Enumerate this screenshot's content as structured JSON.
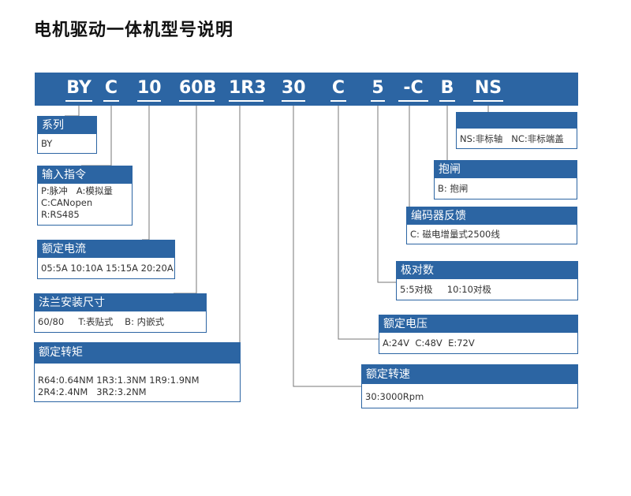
{
  "title": "电机驱动一体机型号说明",
  "model_codes": [
    "BY",
    "C",
    "10",
    "60B",
    "1R3",
    "30",
    "C",
    "5",
    "-C",
    "B",
    "NS"
  ],
  "boxes": {
    "series": {
      "header": "系列",
      "lines": [
        "BY"
      ]
    },
    "input": {
      "header": "输入指令",
      "lines": [
        "P:脉冲   A:模拟量",
        "C:CANopen",
        "R:RS485"
      ]
    },
    "current": {
      "header": "额定电流",
      "lines": [
        "05:5A 10:10A 15:15A 20:20A"
      ]
    },
    "flange": {
      "header": "法兰安装尺寸",
      "lines": [
        "60/80     T:表贴式    B: 内嵌式"
      ]
    },
    "torque": {
      "header": "额定转矩",
      "lines": [
        "R64:0.64NM 1R3:1.3NM 1R9:1.9NM",
        "2R4:2.4NM   3R2:3.2NM"
      ]
    },
    "shaft": {
      "header": "",
      "lines": [
        "NS:非标轴   NC:非标端盖"
      ]
    },
    "brake": {
      "header": "抱闸",
      "lines": [
        "B: 抱闸"
      ]
    },
    "encoder": {
      "header": "编码器反馈",
      "lines": [
        "C: 磁电增量式2500线"
      ]
    },
    "poles": {
      "header": "极对数",
      "lines": [
        "5:5对极     10:10对极"
      ]
    },
    "voltage": {
      "header": "额定电压",
      "lines": [
        "A:24V  C:48V  E:72V"
      ]
    },
    "speed": {
      "header": "额定转速",
      "lines": [
        "30:3000Rpm"
      ]
    }
  },
  "colors": {
    "accent": "#2c65a3",
    "connector": "#777777"
  }
}
